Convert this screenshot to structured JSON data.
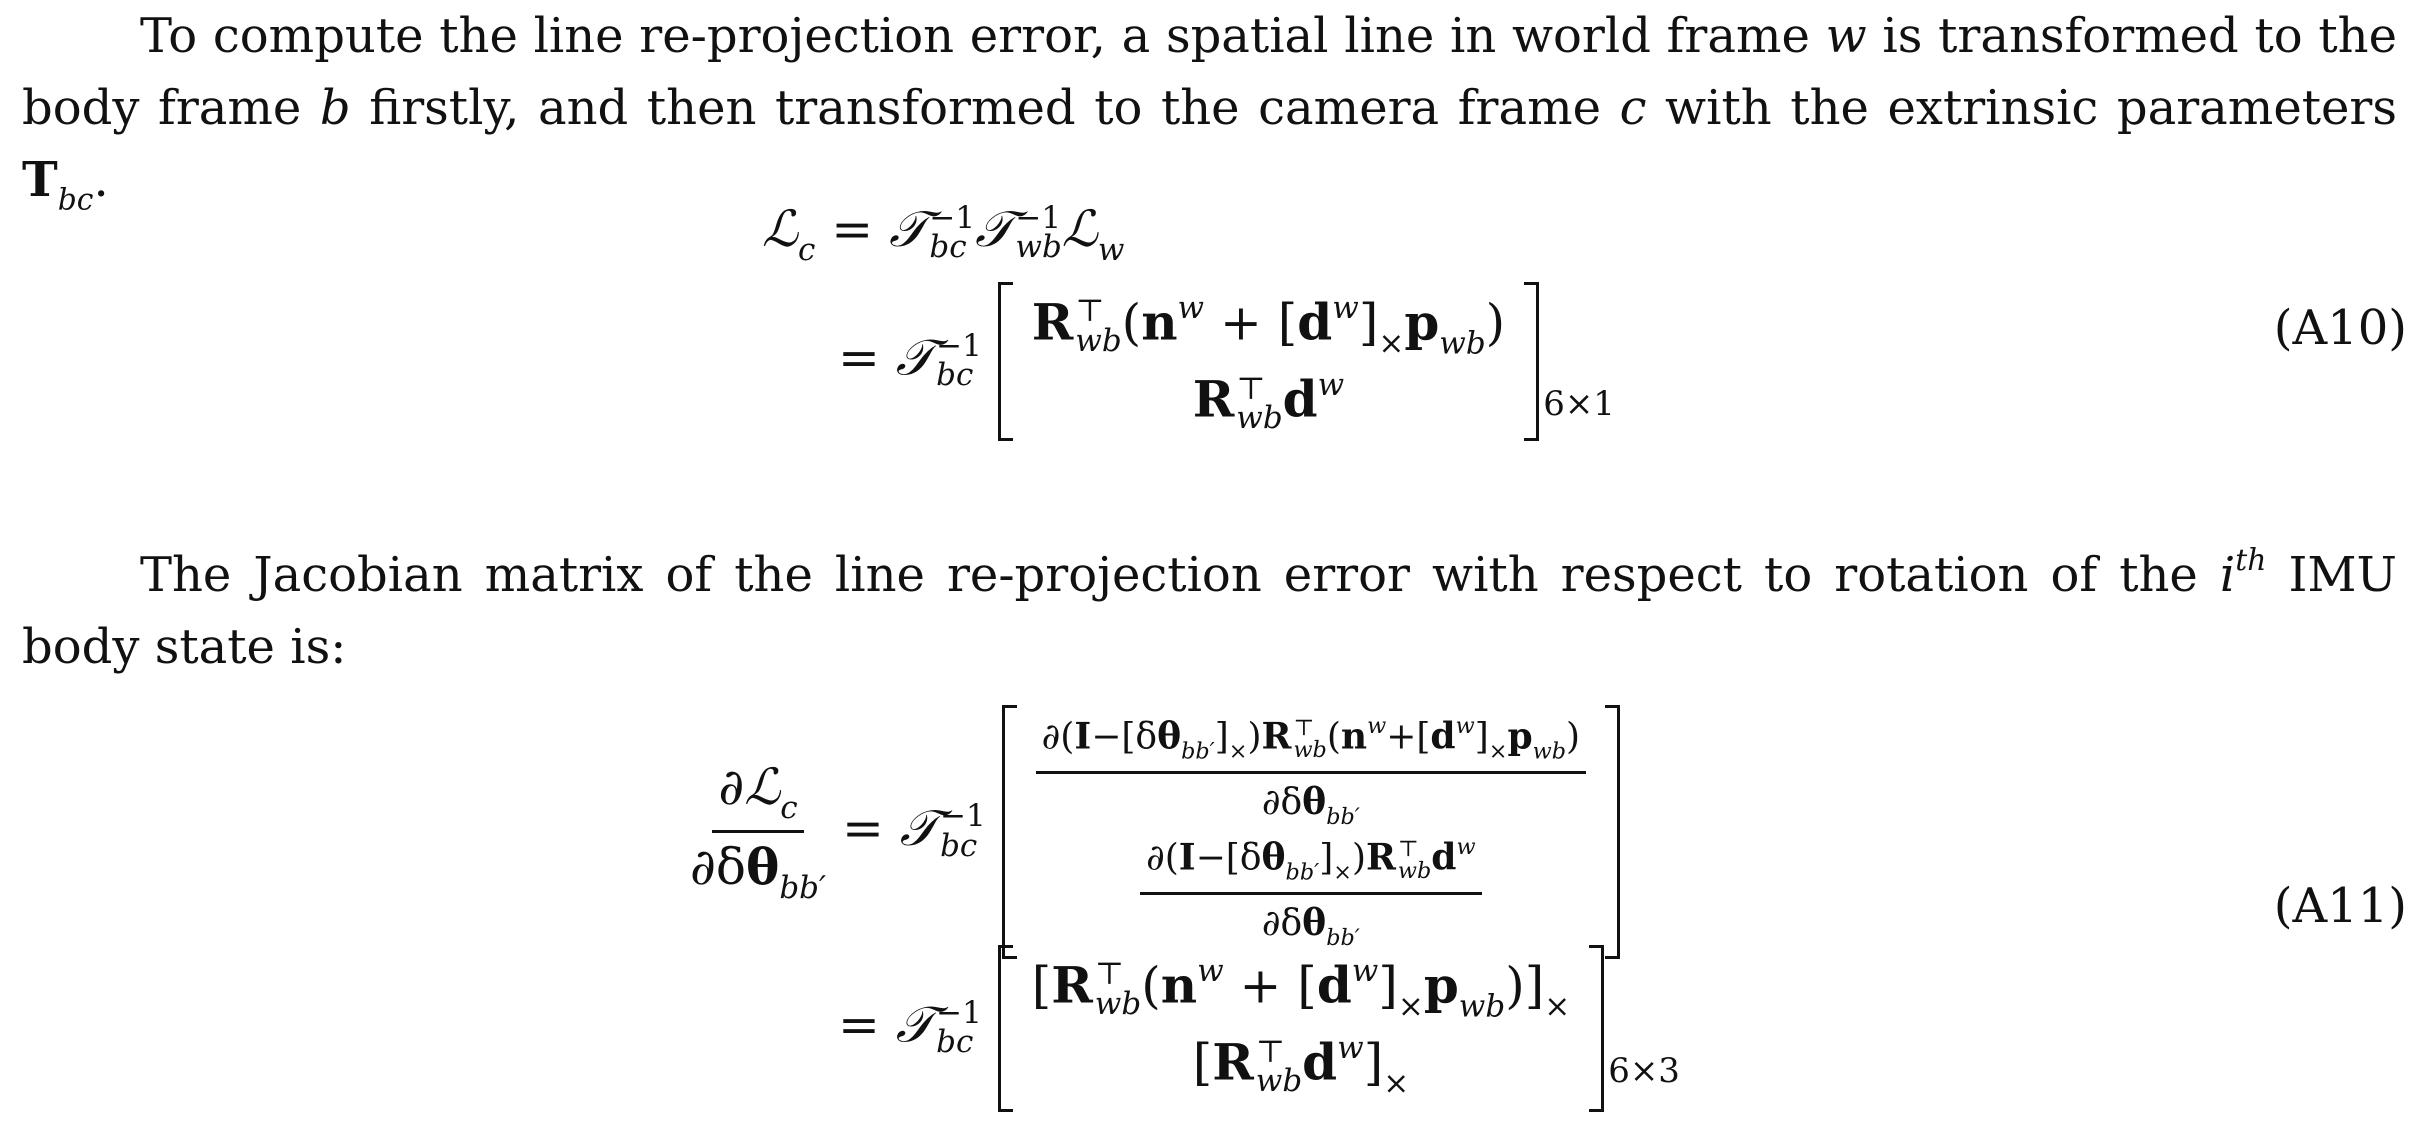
{
  "paragraph1": {
    "text_a": "To compute the line re-projection error, a spatial line in world frame ",
    "w": "w",
    "text_b": " is transformed to the body frame ",
    "b": "b",
    "text_c": " firstly, and then transformed to the camera frame ",
    "c": "c",
    "text_d": " with the extrinsic parameters ",
    "T": "T",
    "T_sub": "bc",
    "text_e": "."
  },
  "paragraph2": {
    "text_a": "The Jacobian matrix of the line re-projection error with respect to rotation of the ",
    "i": "i",
    "th": "th",
    "text_b": " IMU body state is:"
  },
  "equations": {
    "a10": {
      "number": "(A10)",
      "dim": "6×1"
    },
    "a11": {
      "number": "(A11)",
      "dim": "6×3"
    }
  }
}
